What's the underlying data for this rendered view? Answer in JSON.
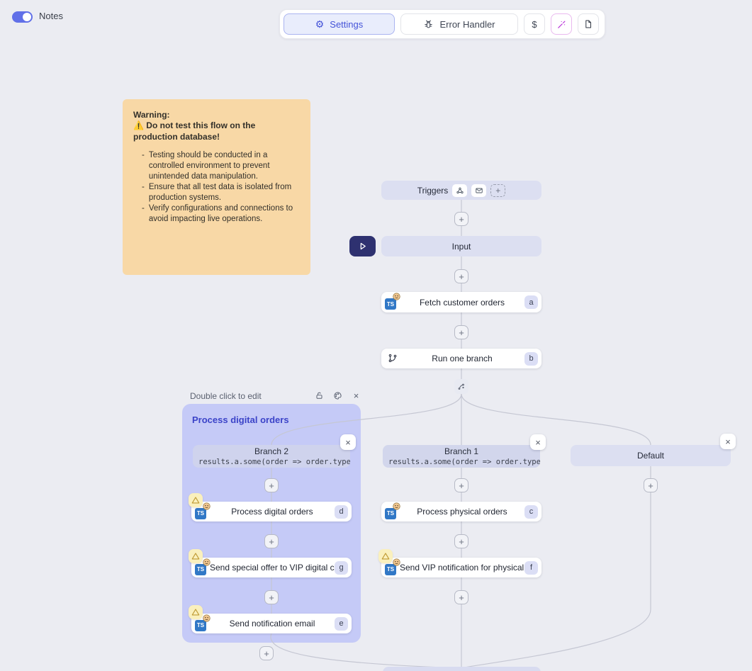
{
  "icons": {
    "plus": "+",
    "close": "×",
    "gear": "⚙",
    "dollar_sign": "$",
    "warning_emoji": "⚠️",
    "ts_logo": "TS"
  },
  "header": {
    "notes_label": "Notes",
    "settings_label": "Settings",
    "error_handler_label": "Error Handler"
  },
  "note": {
    "title": "Warning:",
    "alert": "Do not test this flow on the production database!",
    "dash": "-",
    "bullets": [
      "Testing should be conducted in a controlled environment to prevent unintended data manipulation.",
      "Ensure that all test data is isolated from production systems.",
      "Verify configurations and connections to avoid impacting live operations."
    ]
  },
  "flow": {
    "triggers_label": "Triggers",
    "input_label": "Input",
    "group_hint": "Double click to edit",
    "group_title": "Process digital orders",
    "nodes": {
      "fetch": {
        "label": "Fetch customer orders",
        "badge": "a"
      },
      "run_branch": {
        "label": "Run one branch",
        "badge": "b"
      },
      "process_digital": {
        "label": "Process digital orders",
        "badge": "d"
      },
      "send_special_offer": {
        "label": "Send special offer to VIP digital c...",
        "badge": "g"
      },
      "send_notification_email": {
        "label": "Send notification email",
        "badge": "e"
      },
      "process_physical": {
        "label": "Process physical orders",
        "badge": "c"
      },
      "send_vip_notification": {
        "label": "Send VIP notification for physical...",
        "badge": "f"
      }
    },
    "branches": {
      "branch2": {
        "title": "Branch 2",
        "code": "results.a.some(order => order.type"
      },
      "branch1": {
        "title": "Branch 1",
        "code": "results.a.some(order => order.type"
      },
      "default": {
        "title": "Default"
      }
    }
  },
  "colors": {
    "accent": "#4453d8",
    "canvas_bg": "#ebecf2",
    "group_bg": "#c5caf7",
    "node_lavender": "#dcdff1",
    "note_bg": "#f8d8a6",
    "toggle_on": "#6170e8",
    "wand_purple": "#b931d9",
    "ts_blue": "#3178c6",
    "play_navy": "#2e3170"
  }
}
